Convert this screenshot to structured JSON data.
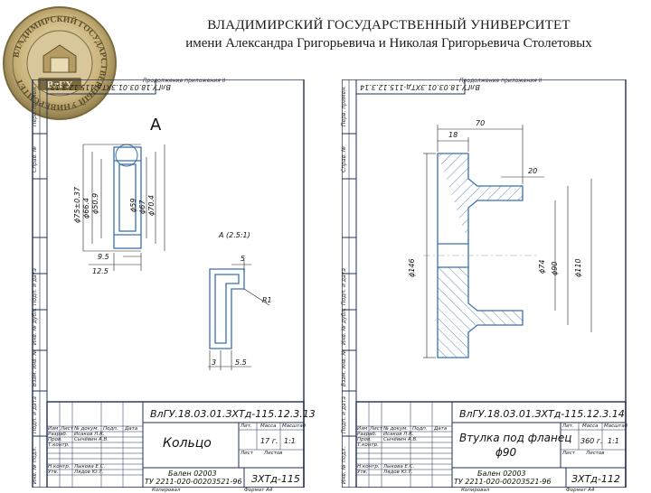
{
  "header": {
    "line1": "ВЛАДИМИРСКИЙ ГОСУДАРСТВЕННЫЙ УНИВЕРСИТЕТ",
    "line2": "имени Александра Григорьевича и Николая  Григорьевича  Столетовых"
  },
  "seal": {
    "ring_text": "ВЛАДИМИРСКИЙ ГОСУДАРСТВЕННЫЙ УНИВЕРСИТЕТ",
    "abbr": "ВлГУ",
    "colors": {
      "gold": "#c9b27a",
      "dark": "#7a6a3d"
    }
  },
  "colors": {
    "frame": "#1f2f55",
    "part": "#3a6fb0",
    "hatch": "#3a6fb0",
    "dim": "#222222"
  },
  "left_sheet": {
    "appendix": "Продолжение приложения II",
    "rotated_code": "ВлГУ.18.03.01.ЗХТд-115.12.3.13",
    "code": "ВлГУ.18.03.01.ЗХТд-115.12.3.13",
    "name": "Кольцо",
    "mass": "17 г.",
    "scale": "1:1",
    "material_line1": "Бален 02003",
    "material_line2": "ТУ 2211-020-00203521-96",
    "group": "ЗХТд-115",
    "copied": "Копировал",
    "format": "Формат  А4",
    "view_label": "А",
    "detail_label": "А (2.5:1)",
    "dims": {
      "d1": "ϕ75±0.37",
      "d2": "ϕ66.4",
      "d3": "ϕ50.9",
      "d4": "ϕ59",
      "d5": "ϕ67",
      "d6": "ϕ70.4",
      "w1": "9.5",
      "w2": "12.5",
      "r": "R1",
      "t1": "5",
      "t2": "3",
      "t3": "5.5"
    },
    "roles": [
      "Разраб.",
      "Пров.",
      "Т.контр.",
      "Н.контр.",
      "Утв."
    ],
    "people": [
      "Исаков Л.К.",
      "Сычёвин А.В.",
      "Лыкова Е.С.",
      "Лядов Ю.Т."
    ],
    "cols": [
      "Изм",
      "Лист",
      "№ докум.",
      "Подп.",
      "Дата"
    ],
    "tb_heads": [
      "Лит.",
      "Масса",
      "Масштаб"
    ],
    "sheet_info": [
      "Лист",
      "Листов"
    ]
  },
  "right_sheet": {
    "appendix": "Продолжение приложения II",
    "rotated_code": "ВлГУ.18.03.01.ЗХТд-115.12.3.14",
    "code": "ВлГУ.18.03.01.ЗХТд-115.12.3.14",
    "name_line1": "Втулка под фланец",
    "name_line2": "ϕ90",
    "mass": "360 г.",
    "scale": "1:1",
    "material_line1": "Бален 02003",
    "material_line2": "ТУ 2211-020-00203521-96",
    "group": "ЗХТд-112",
    "copied": "Копировал",
    "format": "Формат  А4",
    "dims": {
      "l1": "70",
      "l2": "18",
      "l3": "20",
      "d1": "ϕ146",
      "d2": "ϕ74",
      "d3": "ϕ90",
      "d4": "ϕ110"
    },
    "roles": [
      "Разраб.",
      "Пров.",
      "Т.контр.",
      "Н.контр.",
      "Утв."
    ],
    "people": [
      "Исаков Л.К.",
      "Сычёвин А.В.",
      "Лыкова Е.С.",
      "Лядов Ю.Т."
    ],
    "cols": [
      "Изм",
      "Лист",
      "№ докум.",
      "Подп.",
      "Дата"
    ],
    "tb_heads": [
      "Лит.",
      "Масса",
      "Масштаб"
    ],
    "sheet_info": [
      "Лист",
      "Листов"
    ]
  },
  "margin_labels": [
    "Перв. примен.",
    "Справ. №",
    "Подп. и дата",
    "Инв. № дубл.",
    "Взам. инв. №",
    "Подп. и дата",
    "Инв. № подл."
  ]
}
